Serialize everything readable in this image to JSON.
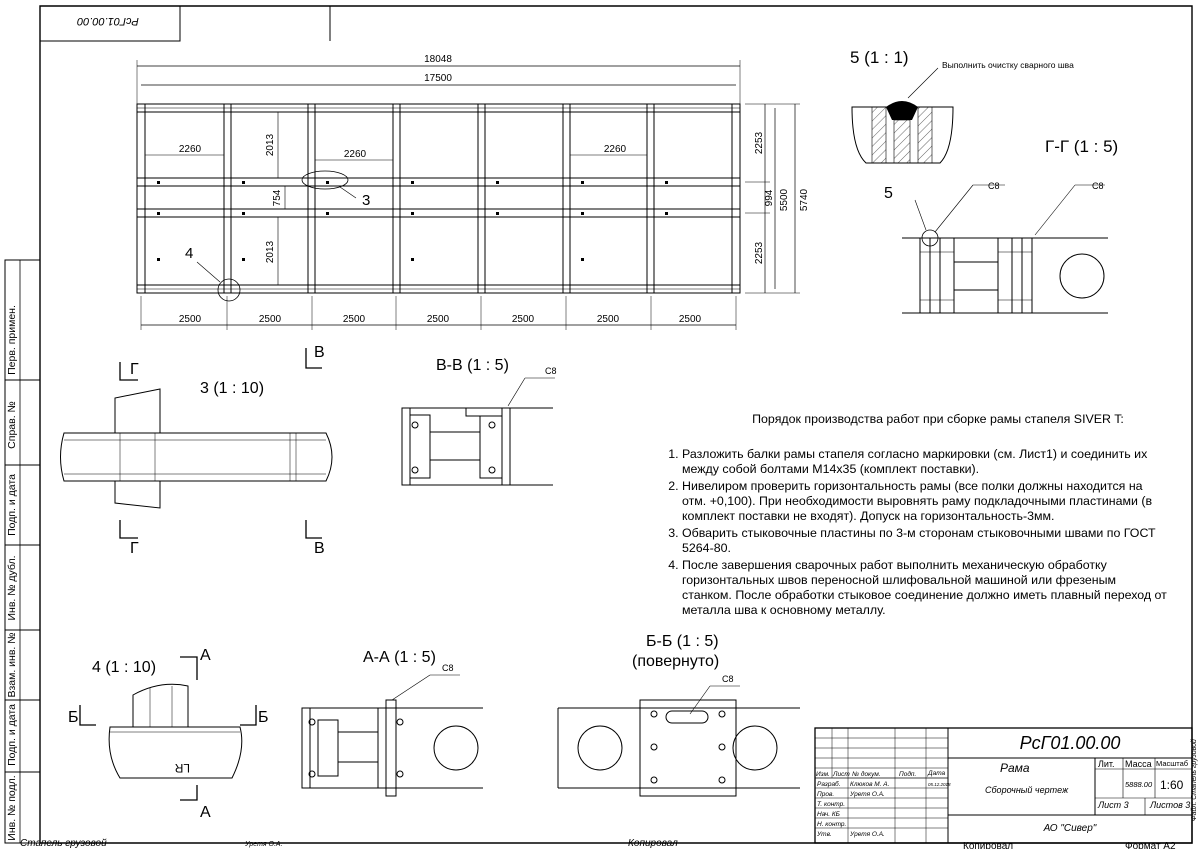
{
  "doc_code": "РсГ01.00.00",
  "doc_code_mirrored": "РсГ01.00.00",
  "title_block": {
    "designation": "РсГ01.00.00",
    "name": "Рама",
    "doc_type": "Сборочный чертеж",
    "col_lit": "Лит.",
    "col_mass": "Масса",
    "col_scale": "Масштаб",
    "mass": "5888.00",
    "scale": "1:60",
    "sheet": "Лист 3",
    "sheets": "Листов 3",
    "company": "АО \"Сивер\"",
    "copied": "Копировал",
    "format": "Формат А2",
    "row_labels": [
      "Изм.",
      "Лист",
      "№ докум.",
      "Подп.",
      "Дата"
    ],
    "roles": [
      "Разраб.",
      "Пров.",
      "Т. контр.",
      "Нач. КБ",
      "Н. контр.",
      "Утв."
    ],
    "names": [
      "Клюков М. А.",
      "Уретя О.А.",
      "",
      "",
      "",
      "Уретя О.А."
    ],
    "date": "05.12.2018",
    "file_label": "Файл: Стапель грузовой"
  },
  "bottom_strip": {
    "left": "Стапель грузовой",
    "author": "Уретя О.А.",
    "copied": "Копировал"
  },
  "left_strip": [
    "Перв. примен.",
    "Справ. №",
    "Подп. и дата",
    "Инв. № дубл.",
    "Взам. инв. №",
    "Подп. и дата",
    "Инв. № подл."
  ],
  "main_view": {
    "dims_top": [
      "18048",
      "17500"
    ],
    "dims_right": [
      "2253",
      "994",
      "2253",
      "5500",
      "5740"
    ],
    "dims_inner": [
      "2013",
      "754",
      "2013"
    ],
    "dims_spans": [
      "2260",
      "2260",
      "2260"
    ],
    "dims_bottom": [
      "2500",
      "2500",
      "2500",
      "2500",
      "2500",
      "2500",
      "2500"
    ],
    "callout_3": "3",
    "callout_4": "4"
  },
  "views": {
    "v5": "5 (1 : 1)",
    "v5_note": "Выполнить очистку сварного шва",
    "vGG": "Г-Г (1 : 5)",
    "v5_callout": "5",
    "weld": "С8",
    "v3": "3 (1 : 10)",
    "vBB": "В-В (1 : 5)",
    "v4": "4 (1 : 10)",
    "vAA": "А-А (1 : 5)",
    "vBBb": "Б-Б (1 : 5)",
    "vBBb_sub": "(повернуто)",
    "sec_G": "Г",
    "sec_V": "В",
    "sec_A": "А",
    "sec_B": "Б",
    "mark_4": "LR"
  },
  "notes": {
    "title": "Порядок производства работ при сборке рамы стапеля SIVER T:",
    "items": [
      "Разложить балки рамы стапеля согласно маркировки (см. Лист1) и соединить их между собой болтами М14х35 (комплект поставки).",
      "Нивелиром проверить горизонтальность рамы (все полки должны находится на отм. +0,100). При необходимости выровнять раму подкладочными пластинами (в комплект поставки не входят). Допуск на горизонтальность-3мм.",
      "Обварить стыковочные пластины по 3-м сторонам стыковочными швами по ГОСТ 5264-80.",
      "После завершения сварочных работ выполнить механическую обработку горизонтальных швов переносной шлифовальной машиной или фрезеным станком. После обработки стыковое соединение должно иметь плавный переход от металла шва к основному металлу."
    ]
  }
}
